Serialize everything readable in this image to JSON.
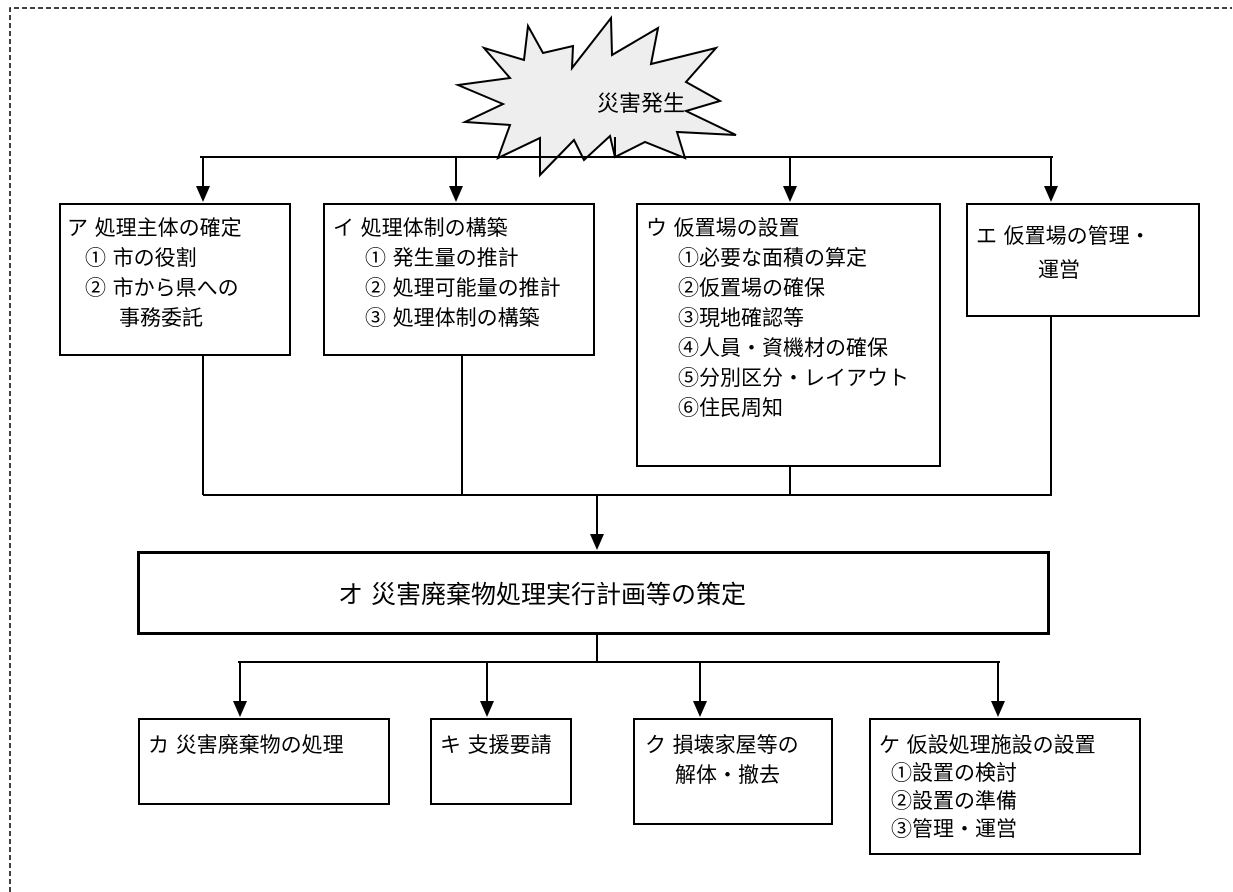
{
  "start": {
    "label": "災害発生"
  },
  "row1": [
    {
      "title": "ア 処理主体の確定",
      "items": [
        "① 市の役割",
        "② 市から県への",
        "事務委託"
      ]
    },
    {
      "title": "イ 処理体制の構築",
      "items": [
        "① 発生量の推計",
        "② 処理可能量の推計",
        "③ 処理体制の構築"
      ]
    },
    {
      "title": "ウ 仮置場の設置",
      "items": [
        "①必要な面積の算定",
        "②仮置場の確保",
        "③現地確認等",
        "④人員・資機材の確保",
        "⑤分別区分・レイアウト",
        "⑥住民周知"
      ]
    },
    {
      "title": "エ 仮置場の管理・",
      "items": [
        "運営"
      ]
    }
  ],
  "center": {
    "title": "オ 災害廃棄物処理実行計画等の策定"
  },
  "row2": [
    {
      "title": "カ 災害廃棄物の処理",
      "items": []
    },
    {
      "title": "キ 支援要請",
      "items": []
    },
    {
      "title": "ク 損壊家屋等の",
      "items": [
        "解体・撤去"
      ]
    },
    {
      "title": "ケ 仮設処理施設の設置",
      "items": [
        "①設置の検討",
        "②設置の準備",
        "③管理・運営"
      ]
    }
  ]
}
